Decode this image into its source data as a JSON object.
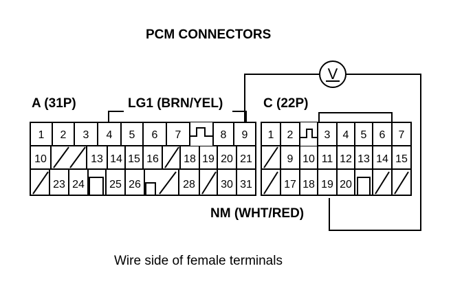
{
  "title": "PCM CONNECTORS",
  "connector_a_label": "A (31P)",
  "connector_c_label": "C (22P)",
  "lg1_label": "LG1 (BRN/YEL)",
  "nm_label": "NM (WHT/RED)",
  "meter_symbol": "V",
  "caption": "Wire side of female terminals",
  "connector_a": {
    "row1": [
      "1",
      "2",
      "3",
      "4",
      "5",
      "6",
      "7",
      "",
      "",
      "8",
      "9"
    ],
    "row2": [
      "10",
      "",
      "",
      "13",
      "14",
      "15",
      "16",
      "",
      "18",
      "19",
      "20",
      "21"
    ],
    "row3": [
      "",
      "23",
      "24",
      "",
      "25",
      "26",
      "",
      "",
      "28",
      "",
      "30",
      "31"
    ]
  },
  "connector_c": {
    "row1": [
      "1",
      "2",
      "",
      "3",
      "4",
      "5",
      "6",
      "7"
    ],
    "row2": [
      "",
      "9",
      "10",
      "11",
      "12",
      "13",
      "14",
      "15"
    ],
    "row3": [
      "",
      "17",
      "18",
      "19",
      "20",
      "",
      "",
      ""
    ]
  }
}
